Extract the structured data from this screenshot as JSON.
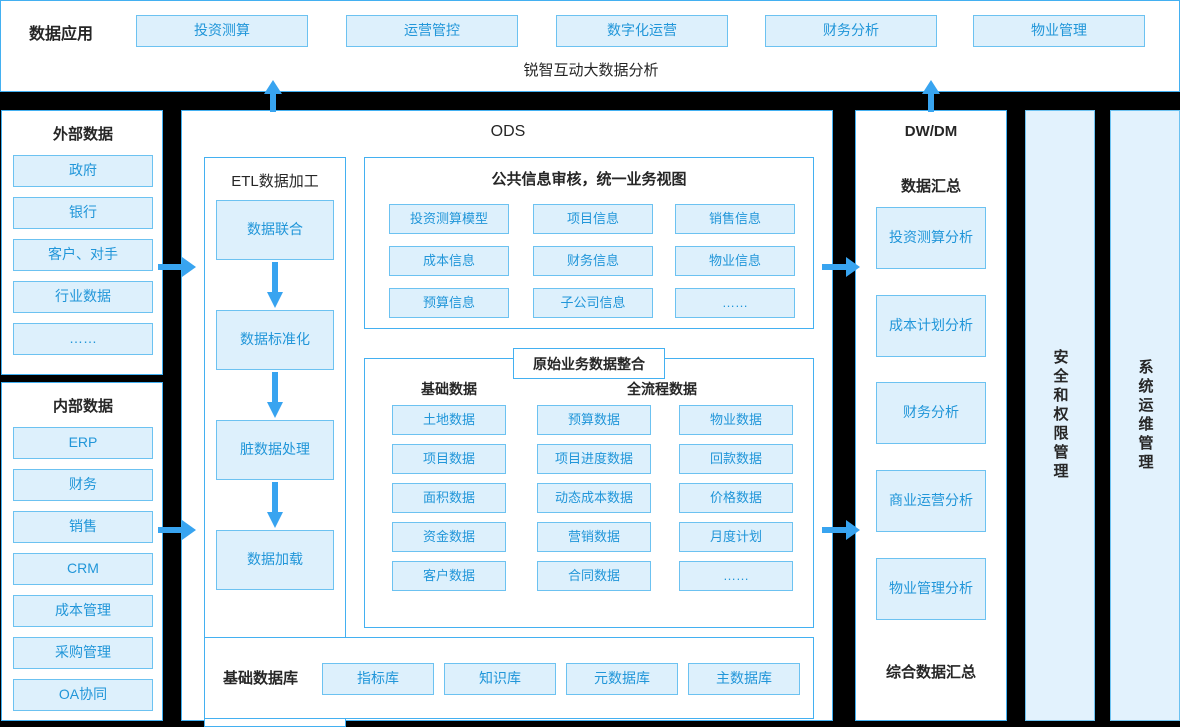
{
  "app_band": {
    "label": "数据应用",
    "apps": [
      "投资测算",
      "运营管控",
      "数字化运营",
      "财务分析",
      "物业管理"
    ],
    "system_title": "锐智互动大数据分析"
  },
  "sources": {
    "external": {
      "title": "外部数据",
      "items": [
        "政府",
        "银行",
        "客户、对手",
        "行业数据",
        "……"
      ]
    },
    "internal": {
      "title": "内部数据",
      "items": [
        "ERP",
        "财务",
        "销售",
        "CRM",
        "成本管理",
        "采购管理",
        "OA协同"
      ]
    }
  },
  "ods": {
    "title": "ODS",
    "etl": {
      "title": "ETL数据加工",
      "steps": [
        "数据联合",
        "数据标准化",
        "脏数据处理",
        "数据加载"
      ]
    },
    "public_review": {
      "title": "公共信息审核，统一业务视图",
      "items": [
        "投资测算模型",
        "项目信息",
        "销售信息",
        "成本信息",
        "财务信息",
        "物业信息",
        "预算信息",
        "子公司信息",
        "……"
      ]
    },
    "raw_integration": {
      "tab_title": "原始业务数据整合",
      "basic": {
        "title": "基础数据",
        "items": [
          "土地数据",
          "项目数据",
          "面积数据",
          "资金数据",
          "客户数据"
        ]
      },
      "full_process": {
        "title": "全流程数据",
        "col1": [
          "预算数据",
          "项目进度数据",
          "动态成本数据",
          "营销数据",
          "合同数据"
        ],
        "col2": [
          "物业数据",
          "回款数据",
          "价格数据",
          "月度计划",
          "……"
        ]
      }
    },
    "base_db": {
      "label": "基础数据库",
      "items": [
        "指标库",
        "知识库",
        "元数据库",
        "主数据库"
      ]
    }
  },
  "dw": {
    "title": "DW/DM",
    "subtitle": "数据汇总",
    "items": [
      "投资测算分析",
      "成本计划分析",
      "财务分析",
      "商业运营分析",
      "物业管理分析"
    ],
    "footer": "综合数据汇总"
  },
  "right_bands": {
    "security": "安全和权限管理",
    "ops": "系统运维管理"
  },
  "colors": {
    "accent": "#43b0f1",
    "chip_fill": "#ddf0fc",
    "chip_border": "#6cc2f1",
    "chip_text": "#2196d9",
    "band_fill": "#e2f2fd",
    "arrow": "#38a4f0",
    "separator": "#000000"
  }
}
